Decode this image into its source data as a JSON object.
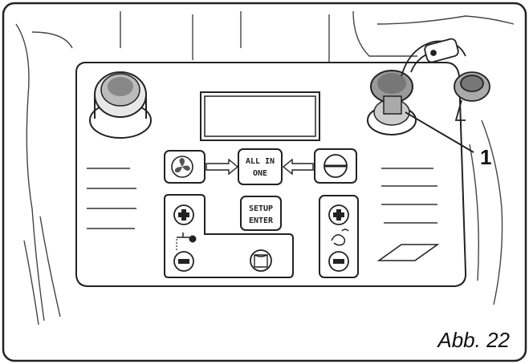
{
  "figure": {
    "caption": "Abb. 22",
    "callout_number": "1"
  },
  "panel": {
    "display": "",
    "buttons": {
      "all_in_one": [
        "ALL IN",
        "ONE"
      ],
      "setup_enter": [
        "SETUP",
        "ENTER"
      ]
    },
    "icons": {
      "left_round_button": "dial-knob-icon",
      "fan_button": "fan-icon",
      "circle_line_button": "circle-line-icon",
      "plus_left": "plus-icon",
      "minus_left": "minus-icon",
      "water_drop": "water-drop-icon",
      "plus_right": "plus-icon",
      "minus_right": "minus-icon",
      "steam": "steam-icon",
      "square_button": "square-icon",
      "key_switch": "key-switch-icon",
      "key": "key-icon"
    }
  }
}
